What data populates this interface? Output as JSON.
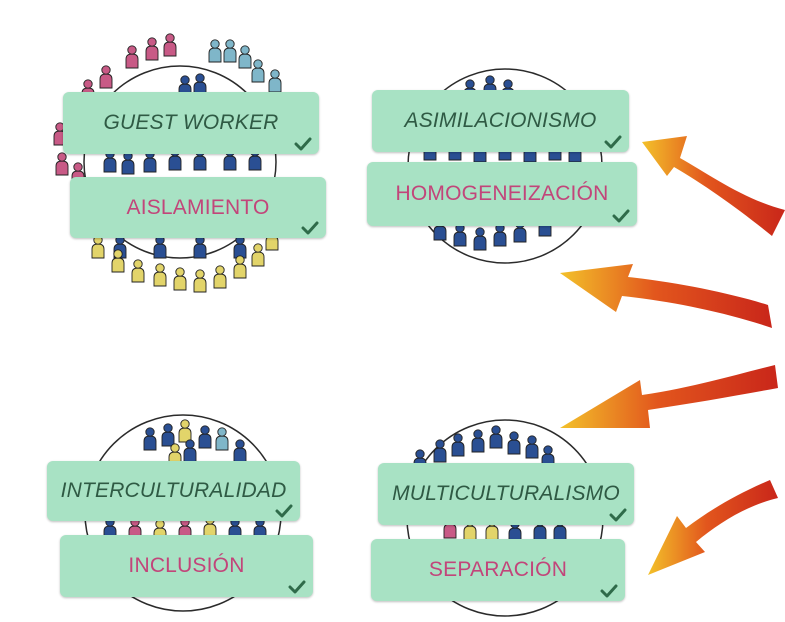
{
  "cards": [
    {
      "id": "guest-worker",
      "label": "GUEST WORKER",
      "style": "dark",
      "checked": true
    },
    {
      "id": "aislamiento",
      "label": "AISLAMIENTO",
      "style": "pink",
      "checked": true
    },
    {
      "id": "asimilacionismo",
      "label": "ASIMILACIONISMO",
      "style": "dark",
      "checked": true
    },
    {
      "id": "homogeneizacion",
      "label": "HOMOGENEIZACIÓN",
      "style": "pink",
      "checked": true
    },
    {
      "id": "interculturalidad",
      "label": "INTERCULTURALIDAD",
      "style": "dark",
      "checked": true
    },
    {
      "id": "inclusion",
      "label": "INCLUSIÓN",
      "style": "pink",
      "checked": true
    },
    {
      "id": "multiculturalismo",
      "label": "MULTICULTURALISMO",
      "style": "dark",
      "checked": true
    },
    {
      "id": "separacion",
      "label": "SEPARACIÓN",
      "style": "pink",
      "checked": true
    }
  ],
  "colors": {
    "card_bg": "#a8e2c4",
    "text_dark": "#2f5a44",
    "text_pink": "#c2457a",
    "check": "#2f6b4a",
    "people_blue": "#2a4f93",
    "people_lightblue": "#7fb6c9",
    "people_pink": "#c85a86",
    "people_yellow": "#e2d46a",
    "arrow_red": "#c9261a",
    "arrow_yellow": "#f3c12a"
  },
  "icons": {
    "check": "check-icon",
    "person": "person-icon",
    "arrow": "curved-arrow-icon"
  }
}
